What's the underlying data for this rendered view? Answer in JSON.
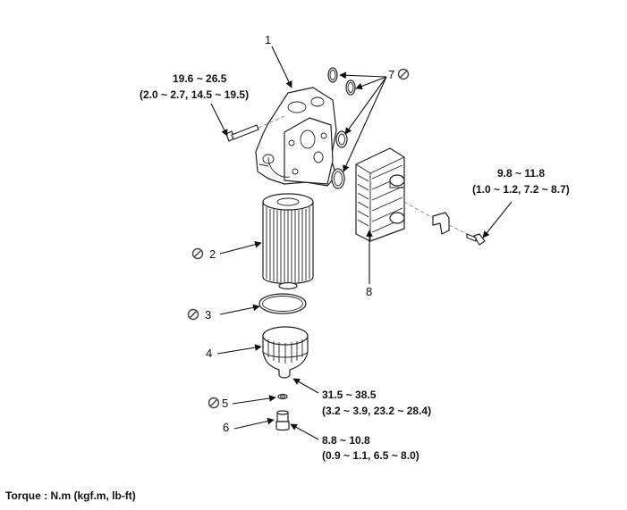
{
  "callouts": {
    "p1": "1",
    "p2": "2",
    "p3": "3",
    "p4": "4",
    "p5": "5",
    "p6": "6",
    "p7": "7",
    "p8": "8"
  },
  "torques": {
    "bolt_housing": {
      "nm": "19.6 ~ 26.5",
      "alt": "(2.0 ~ 2.7, 14.5 ~ 19.5)"
    },
    "bolt_cooler": {
      "nm": "9.8 ~ 11.8",
      "alt": "(1.0 ~ 1.2, 7.2 ~ 8.7)"
    },
    "filter_cap": {
      "nm": "31.5 ~ 38.5",
      "alt": "(3.2 ~ 3.9, 23.2 ~ 28.4)"
    },
    "drain_plug": {
      "nm": "8.8 ~ 10.8",
      "alt": "(0.9 ~ 1.1, 6.5 ~ 8.0)"
    }
  },
  "footer": {
    "torque_unit_note": "Torque : N.m (kgf.m, lb-ft)"
  },
  "icons": {
    "replace_symbol": "no-reuse-icon"
  }
}
